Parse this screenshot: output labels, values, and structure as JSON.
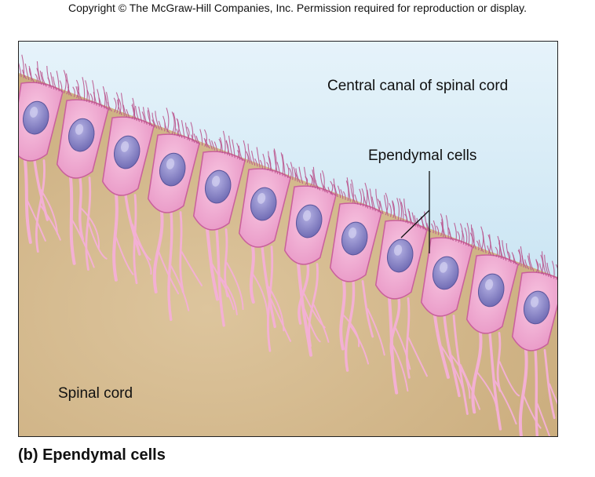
{
  "copyright": "Copyright © The McGraw-Hill Companies, Inc. Permission required for reproduction or display.",
  "labels": {
    "central_canal": "Central canal of spinal cord",
    "ependymal_cells": "Ependymal cells",
    "spinal_cord": "Spinal cord"
  },
  "caption": "(b) Ependymal cells",
  "colors": {
    "canal": "#cfe6f3",
    "tissue": "#cdb083",
    "cell_fill": "#f3b0d4",
    "cell_stroke": "#c95f9c",
    "nucleus": "#8a86c7",
    "cilia": "#b84f8a"
  }
}
